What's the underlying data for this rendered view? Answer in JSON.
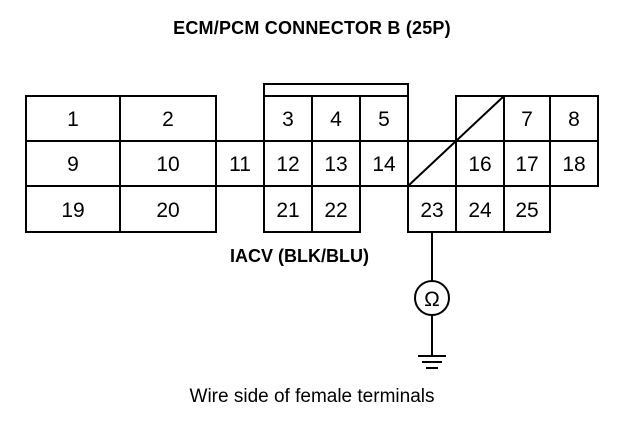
{
  "title": "ECM/PCM CONNECTOR B (25P)",
  "caption": "Wire side of female terminals",
  "wire_label": "IACV (BLK/BLU)",
  "meter_symbol": "Ω",
  "ground_icon": "ground-symbol-icon",
  "terminals": {
    "t1": "1",
    "t2": "2",
    "t3": "3",
    "t4": "4",
    "t5": "5",
    "t7": "7",
    "t8": "8",
    "t9": "9",
    "t10": "10",
    "t11": "11",
    "t12": "12",
    "t13": "13",
    "t14": "14",
    "t16": "16",
    "t17": "17",
    "t18": "18",
    "t19": "19",
    "t20": "20",
    "t21": "21",
    "t22": "22",
    "t23": "23",
    "t24": "24",
    "t25": "25"
  }
}
